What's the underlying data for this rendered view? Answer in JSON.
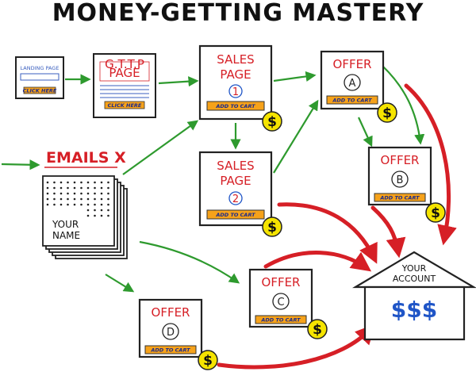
{
  "title": "MONEY-GETTING MASTERY",
  "landing_page": {
    "label": "LANDING PAGE",
    "button": "CLICK HERE"
  },
  "gttp_page": {
    "label_line1": "G.T.T.P",
    "label_line2": "PAGE",
    "button": "CLICK HERE"
  },
  "sales_page_1": {
    "label_line1": "SALES",
    "label_line2": "PAGE",
    "number": "1",
    "button": "ADD TO CART",
    "price_symbol": "$"
  },
  "sales_page_2": {
    "label_line1": "SALES",
    "label_line2": "PAGE",
    "number": "2",
    "button": "ADD TO CART",
    "price_symbol": "$"
  },
  "offer_a": {
    "label": "OFFER",
    "letter": "A",
    "button": "ADD TO CART",
    "price_symbol": "$"
  },
  "offer_b": {
    "label": "OFFER",
    "letter": "B",
    "button": "ADD TO CART",
    "price_symbol": "$"
  },
  "offer_c": {
    "label": "OFFER",
    "letter": "C",
    "button": "ADD TO CART",
    "price_symbol": "$"
  },
  "offer_d": {
    "label": "OFFER",
    "letter": "D",
    "button": "ADD TO CART",
    "price_symbol": "$"
  },
  "emails": {
    "label": "EMAILS X",
    "name_line1": "YOUR",
    "name_line2": "NAME"
  },
  "account": {
    "label_line1": "YOUR",
    "label_line2": "ACCOUNT",
    "amount": "$$$"
  },
  "colors": {
    "red": "#d61f26",
    "green": "#2e9a2e",
    "blue": "#1f55c7",
    "yellow": "#f5e400",
    "orange_button": "#f6a21a"
  }
}
